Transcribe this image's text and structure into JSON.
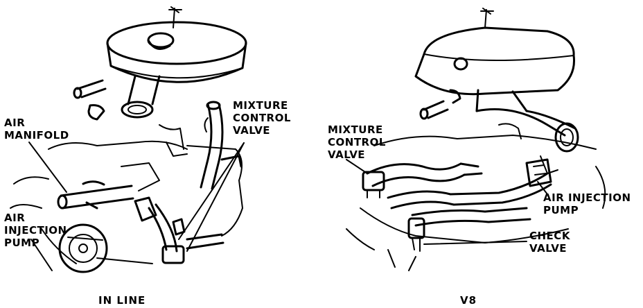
{
  "inline_diagram": {
    "caption": "IN LINE",
    "labels": {
      "air_manifold": [
        "AIR",
        "MANIFOLD"
      ],
      "air_injection_pump": [
        "AIR",
        "INJECTION",
        "PUMP"
      ],
      "mixture_control_valve": [
        "MIXTURE",
        "CONTROL",
        "VALVE"
      ]
    }
  },
  "v8_diagram": {
    "caption": "V8",
    "labels": {
      "mixture_control_valve": [
        "MIXTURE",
        "CONTROL",
        "VALVE"
      ],
      "air_injection_pump": [
        "AIR INJECTION",
        "PUMP"
      ],
      "check_valve": [
        "CHECK",
        "VALVE"
      ]
    }
  },
  "colors": {
    "ink": "#000000",
    "paper": "#ffffff"
  }
}
